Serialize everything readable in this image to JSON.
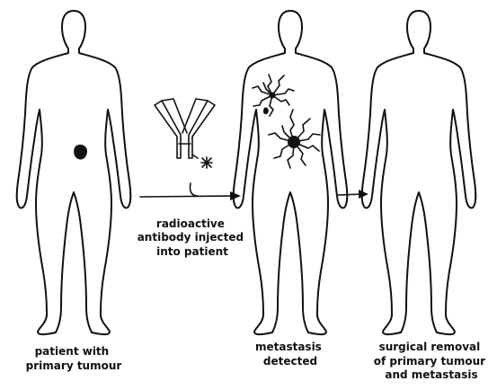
{
  "figure": {
    "captions": {
      "patient": [
        "patient with",
        "primary tumour"
      ],
      "injection": [
        "radioactive",
        "antibody injected",
        "into patient"
      ],
      "detection": [
        "metastasis",
        "detected"
      ],
      "removal": [
        "surgical removal",
        "of primary tumour",
        "and metastasis"
      ]
    },
    "ink_color": "#111111",
    "background_color": "#ffffff"
  }
}
